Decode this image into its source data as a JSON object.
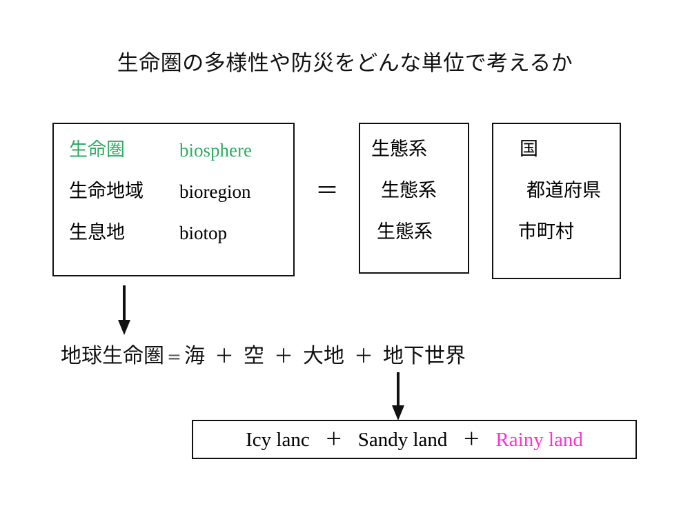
{
  "slide": {
    "title": "生命圏の多様性や防災をどんな単位で考えるか",
    "background_color": "#ffffff",
    "text_color": "#111111",
    "accent_green": "#2fab63",
    "accent_magenta": "#ff2fd0"
  },
  "terms_box": {
    "rows": [
      {
        "ja": "生命圏",
        "en": "biosphere",
        "color": "green"
      },
      {
        "ja": "生命地域",
        "en": "bioregion",
        "color": "black"
      },
      {
        "ja": "生息地",
        "en": "biotop",
        "color": "black"
      }
    ]
  },
  "equals_symbol": "＝",
  "ecosystems_box": {
    "lines": [
      "生態系",
      "生態系",
      "生態系"
    ]
  },
  "admin_box": {
    "lines": [
      "国",
      "都道府県",
      "市町村"
    ]
  },
  "equation": {
    "subject": "地球生命圏",
    "equals": "=",
    "terms": [
      "海",
      "空",
      "大地",
      "地下世界"
    ],
    "plus": "＋"
  },
  "lands_box": {
    "terms": [
      {
        "label": "Icy lanc",
        "color": "black"
      },
      {
        "label": "Sandy land",
        "color": "black"
      },
      {
        "label": "Rainy land",
        "color": "magenta"
      }
    ],
    "plus": "＋"
  },
  "arrows": {
    "terms_to_equation": "down-arrow",
    "equation_to_lands": "down-arrow"
  }
}
